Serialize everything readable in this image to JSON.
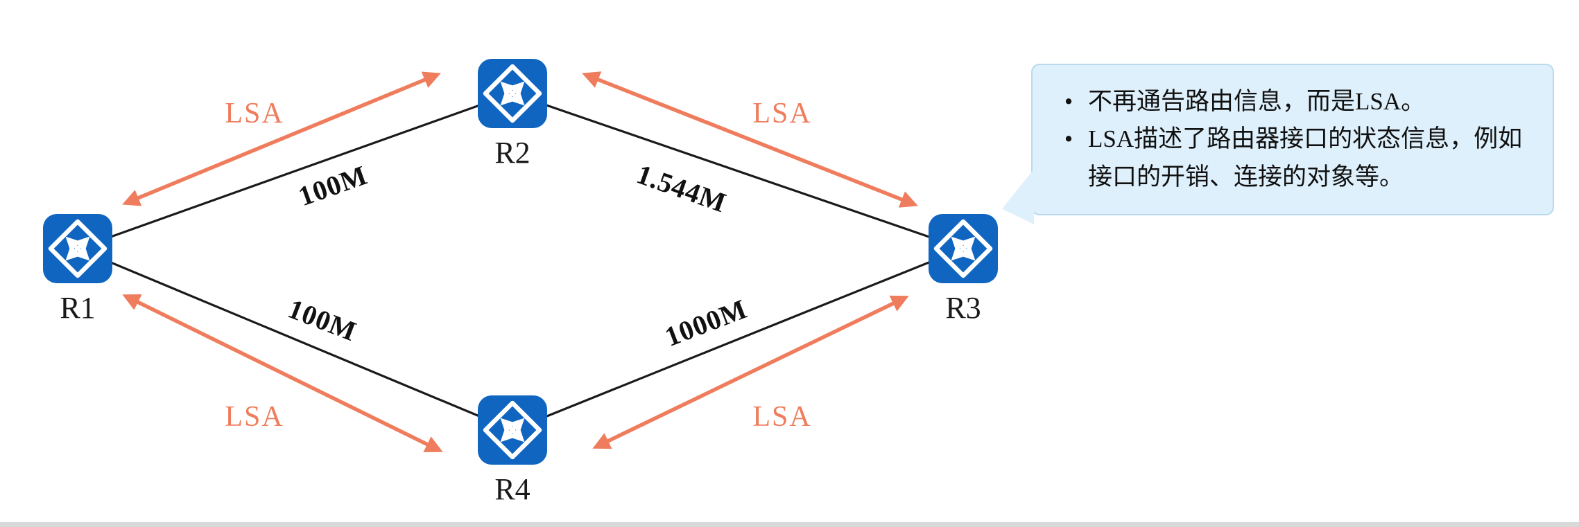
{
  "diagram": {
    "routers": [
      {
        "label": "R1"
      },
      {
        "label": "R2"
      },
      {
        "label": "R3"
      },
      {
        "label": "R4"
      }
    ],
    "links": [
      {
        "from": "R1",
        "to": "R2",
        "bandwidth": "100M"
      },
      {
        "from": "R2",
        "to": "R3",
        "bandwidth": "1.544M"
      },
      {
        "from": "R1",
        "to": "R4",
        "bandwidth": "100M"
      },
      {
        "from": "R4",
        "to": "R3",
        "bandwidth": "1000M"
      }
    ],
    "lsa_arrows": [
      {
        "position": "top-left",
        "label": "LSA"
      },
      {
        "position": "top-right",
        "label": "LSA"
      },
      {
        "position": "bottom-left",
        "label": "LSA"
      },
      {
        "position": "bottom-right",
        "label": "LSA"
      }
    ],
    "callout": {
      "bullet": "•",
      "bullets": [
        "不再通告路由信息，而是LSA。",
        "LSA描述了路由器接口的状态信息，例如接口的开销、连接的对象等。"
      ]
    },
    "colors": {
      "router_blue": "#1065c1",
      "arrow_orange": "#ef7d5d",
      "link_color": "#1a1a1a",
      "callout_bg": "#def0fb",
      "callout_border": "#b9d9ec"
    }
  }
}
